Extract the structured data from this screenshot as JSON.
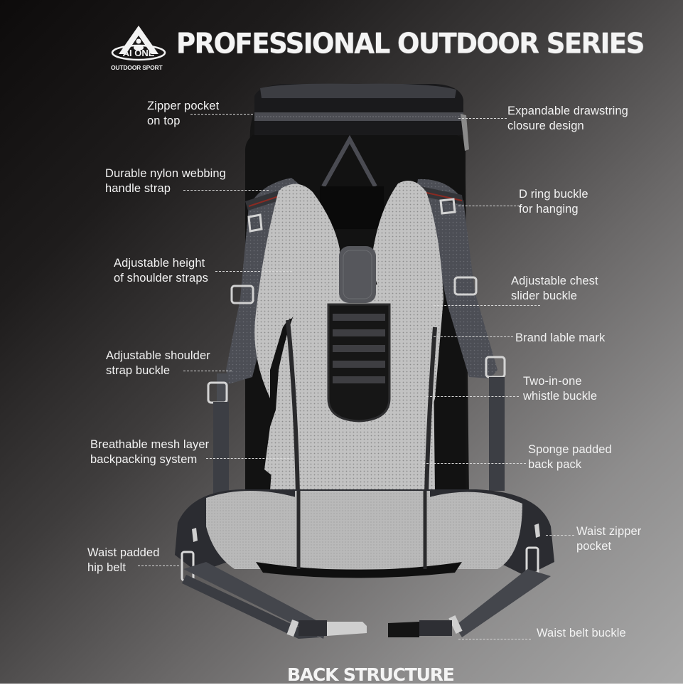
{
  "brand": {
    "logo_text": "AI ONE",
    "logo_subtext": "OUTDOOR SPORT"
  },
  "header": {
    "title": "PROFESSIONAL OUTDOOR SERIES"
  },
  "footer": {
    "title": "BACK STRUCTURE"
  },
  "colors": {
    "background_start": "#0d0b0b",
    "background_end": "#a9a9a9",
    "pack_body": "#141414",
    "strap": "#4a4c52",
    "mesh": "#bdbdbd",
    "text": "#f2f2f2",
    "accent_red": "#8a2a22"
  },
  "callouts": {
    "left": [
      {
        "id": "zipper-pocket-top",
        "text": "Zipper pocket\non top"
      },
      {
        "id": "nylon-webbing-handle",
        "text": "Durable nylon webbing\nhandle strap"
      },
      {
        "id": "shoulder-strap-height",
        "text": "Adjustable height\nof shoulder straps"
      },
      {
        "id": "shoulder-strap-buckle",
        "text": "Adjustable shoulder\nstrap buckle"
      },
      {
        "id": "breathable-mesh",
        "text": "Breathable mesh layer\nbackpacking system"
      },
      {
        "id": "waist-hip-belt",
        "text": "Waist padded\nhip belt"
      }
    ],
    "right": [
      {
        "id": "drawstring-closure",
        "text": "Expandable drawstring\nclosure design"
      },
      {
        "id": "d-ring-buckle",
        "text": "D ring buckle\nfor hanging"
      },
      {
        "id": "chest-slider-buckle",
        "text": "Adjustable chest\nslider buckle"
      },
      {
        "id": "brand-label",
        "text": "Brand lable mark"
      },
      {
        "id": "whistle-buckle",
        "text": "Two-in-one\nwhistle buckle"
      },
      {
        "id": "sponge-padded",
        "text": "Sponge padded\nback pack"
      },
      {
        "id": "waist-zipper-pocket",
        "text": "Waist zipper\npocket"
      },
      {
        "id": "waist-belt-buckle",
        "text": "Waist belt buckle"
      }
    ]
  }
}
